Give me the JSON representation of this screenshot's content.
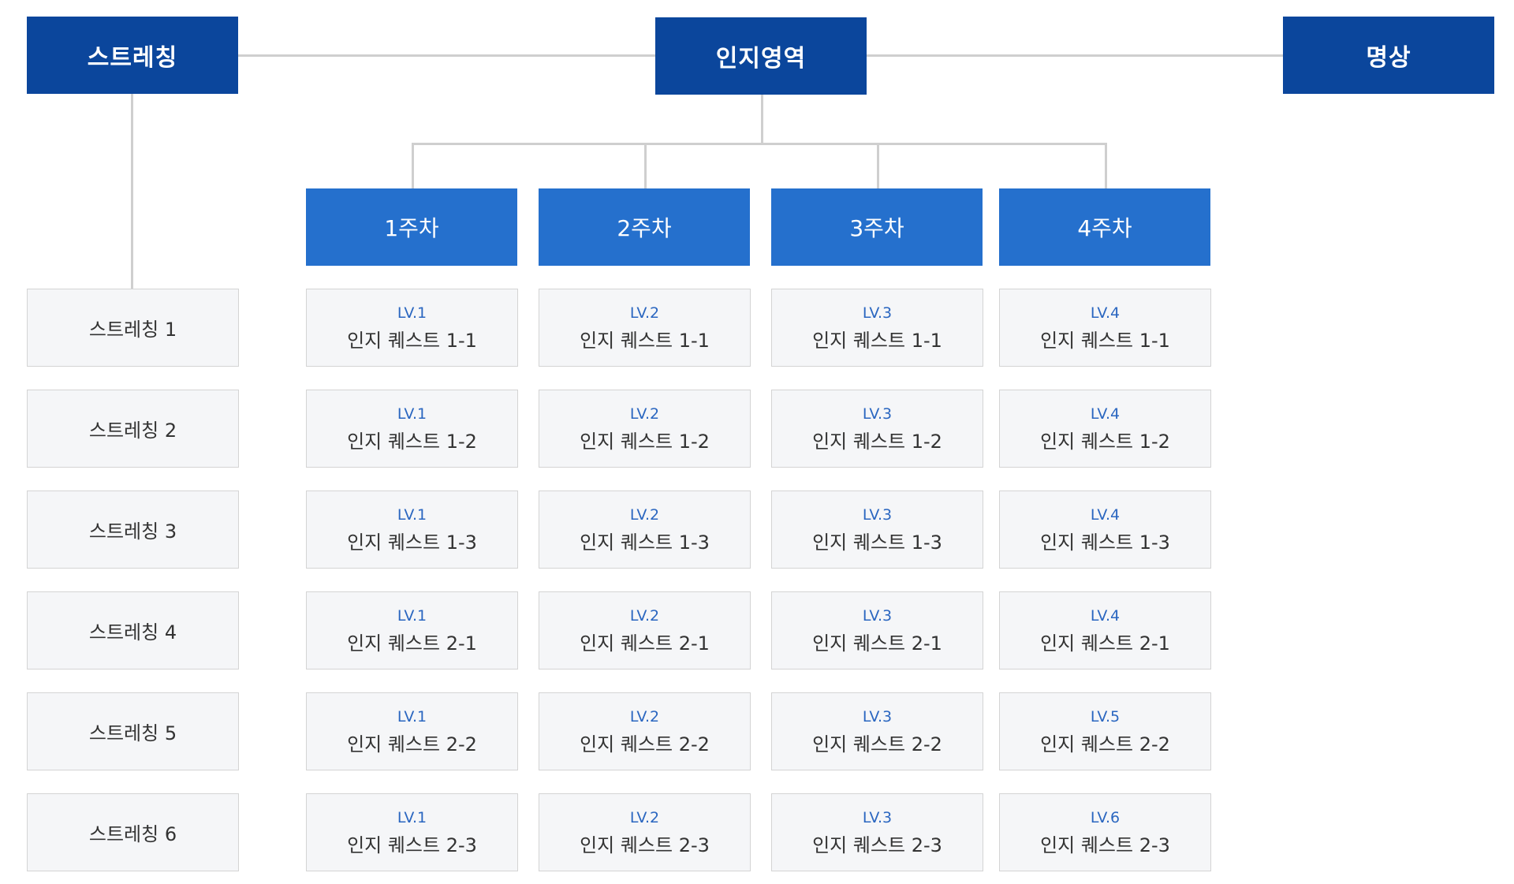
{
  "top": {
    "stretching": "스트레칭",
    "cognitive": "인지영역",
    "meditation": "명상"
  },
  "stretching_items": [
    "스트레칭 1",
    "스트레칭 2",
    "스트레칭 3",
    "스트레칭 4",
    "스트레칭 5",
    "스트레칭 6"
  ],
  "weeks": [
    {
      "label": "1주차",
      "quests": [
        {
          "level": "LV.1",
          "name": "인지 퀘스트 1-1"
        },
        {
          "level": "LV.1",
          "name": "인지 퀘스트 1-2"
        },
        {
          "level": "LV.1",
          "name": "인지 퀘스트 1-3"
        },
        {
          "level": "LV.1",
          "name": "인지 퀘스트 2-1"
        },
        {
          "level": "LV.1",
          "name": "인지 퀘스트 2-2"
        },
        {
          "level": "LV.1",
          "name": "인지 퀘스트 2-3"
        }
      ]
    },
    {
      "label": "2주차",
      "quests": [
        {
          "level": "LV.2",
          "name": "인지 퀘스트 1-1"
        },
        {
          "level": "LV.2",
          "name": "인지 퀘스트 1-2"
        },
        {
          "level": "LV.2",
          "name": "인지 퀘스트 1-3"
        },
        {
          "level": "LV.2",
          "name": "인지 퀘스트 2-1"
        },
        {
          "level": "LV.2",
          "name": "인지 퀘스트 2-2"
        },
        {
          "level": "LV.2",
          "name": "인지 퀘스트 2-3"
        }
      ]
    },
    {
      "label": "3주차",
      "quests": [
        {
          "level": "LV.3",
          "name": "인지 퀘스트 1-1"
        },
        {
          "level": "LV.3",
          "name": "인지 퀘스트 1-2"
        },
        {
          "level": "LV.3",
          "name": "인지 퀘스트 1-3"
        },
        {
          "level": "LV.3",
          "name": "인지 퀘스트 2-1"
        },
        {
          "level": "LV.3",
          "name": "인지 퀘스트 2-2"
        },
        {
          "level": "LV.3",
          "name": "인지 퀘스트 2-3"
        }
      ]
    },
    {
      "label": "4주차",
      "quests": [
        {
          "level": "LV.4",
          "name": "인지 퀘스트 1-1"
        },
        {
          "level": "LV.4",
          "name": "인지 퀘스트 1-2"
        },
        {
          "level": "LV.4",
          "name": "인지 퀘스트 1-3"
        },
        {
          "level": "LV.4",
          "name": "인지 퀘스트 2-1"
        },
        {
          "level": "LV.5",
          "name": "인지 퀘스트 2-2"
        },
        {
          "level": "LV.6",
          "name": "인지 퀘스트 2-3"
        }
      ]
    }
  ],
  "colors": {
    "top_box": "#0b469c",
    "week_box": "#2570cd",
    "card_bg": "#f5f6f8",
    "card_border": "#d4d4d4",
    "level_text": "#2a66c0",
    "connector": "#cfcfcf"
  }
}
